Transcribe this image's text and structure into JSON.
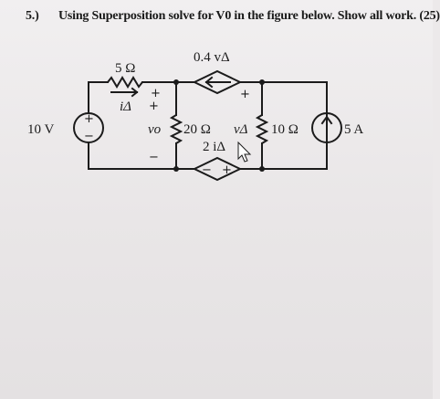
{
  "question": {
    "number": "5.)",
    "text": "Using Superposition solve for V0 in the figure below. Show all work. (25)"
  },
  "circuit": {
    "voltage_source": {
      "label": "10 V",
      "plus": "+",
      "minus": "−"
    },
    "resistor_series": {
      "label": "5 Ω",
      "current": "iΔ",
      "node_plus": "+"
    },
    "resistor_vo": {
      "label": "20 Ω",
      "voltage": "vo",
      "plus": "+",
      "minus": "−"
    },
    "dependent_top": {
      "label": "0.4 vΔ"
    },
    "dependent_bottom": {
      "label": "2 iΔ",
      "minus": "−",
      "plus": "+"
    },
    "resistor_vdelta": {
      "label": "10 Ω",
      "voltage": "vΔ",
      "plus": "+"
    },
    "current_source": {
      "label": "5 A"
    }
  },
  "colors": {
    "ink": "#1b1b1b",
    "paper": "#ece9ea"
  }
}
